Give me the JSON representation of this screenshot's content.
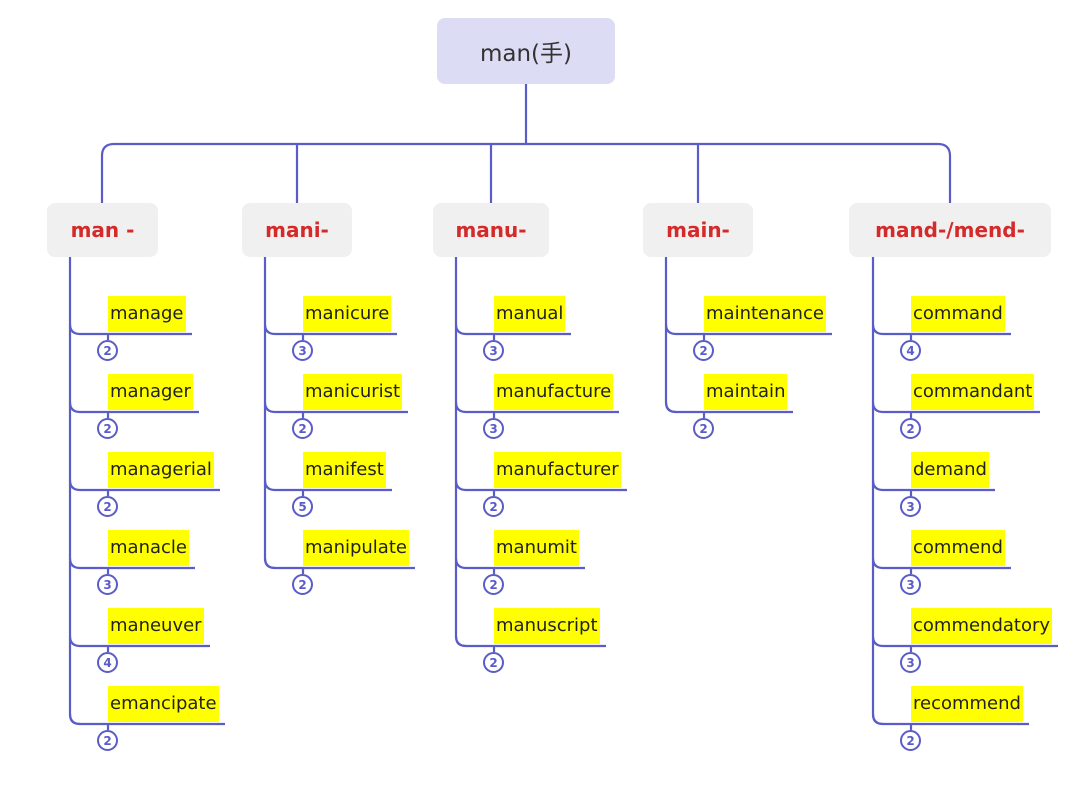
{
  "root": {
    "label": "man(手)"
  },
  "colors": {
    "line": "#5a5cc8",
    "highlight": "#ffff00",
    "branch_text": "#d42a2a",
    "root_bg": "#dcdcf5"
  },
  "branches": [
    {
      "label": "man -",
      "words": [
        {
          "word": "manage",
          "count": "2"
        },
        {
          "word": "manager",
          "count": "2"
        },
        {
          "word": "managerial",
          "count": "2"
        },
        {
          "word": "manacle",
          "count": "3"
        },
        {
          "word": "maneuver",
          "count": "4"
        },
        {
          "word": "emancipate",
          "count": "2"
        }
      ]
    },
    {
      "label": "mani-",
      "words": [
        {
          "word": "manicure",
          "count": "3"
        },
        {
          "word": "manicurist",
          "count": "2"
        },
        {
          "word": "manifest",
          "count": "5"
        },
        {
          "word": "manipulate",
          "count": "2"
        }
      ]
    },
    {
      "label": "manu-",
      "words": [
        {
          "word": "manual",
          "count": "3"
        },
        {
          "word": "manufacture",
          "count": "3"
        },
        {
          "word": "manufacturer",
          "count": "2"
        },
        {
          "word": "manumit",
          "count": "2"
        },
        {
          "word": "manuscript",
          "count": "2"
        }
      ]
    },
    {
      "label": "main-",
      "words": [
        {
          "word": "maintenance",
          "count": "2"
        },
        {
          "word": "maintain",
          "count": "2"
        }
      ]
    },
    {
      "label": "mand-/mend-",
      "words": [
        {
          "word": "command",
          "count": "4"
        },
        {
          "word": "commandant",
          "count": "2"
        },
        {
          "word": "demand",
          "count": "3"
        },
        {
          "word": "commend",
          "count": "3"
        },
        {
          "word": "commendatory",
          "count": "3"
        },
        {
          "word": "recommend",
          "count": "2"
        }
      ]
    }
  ]
}
